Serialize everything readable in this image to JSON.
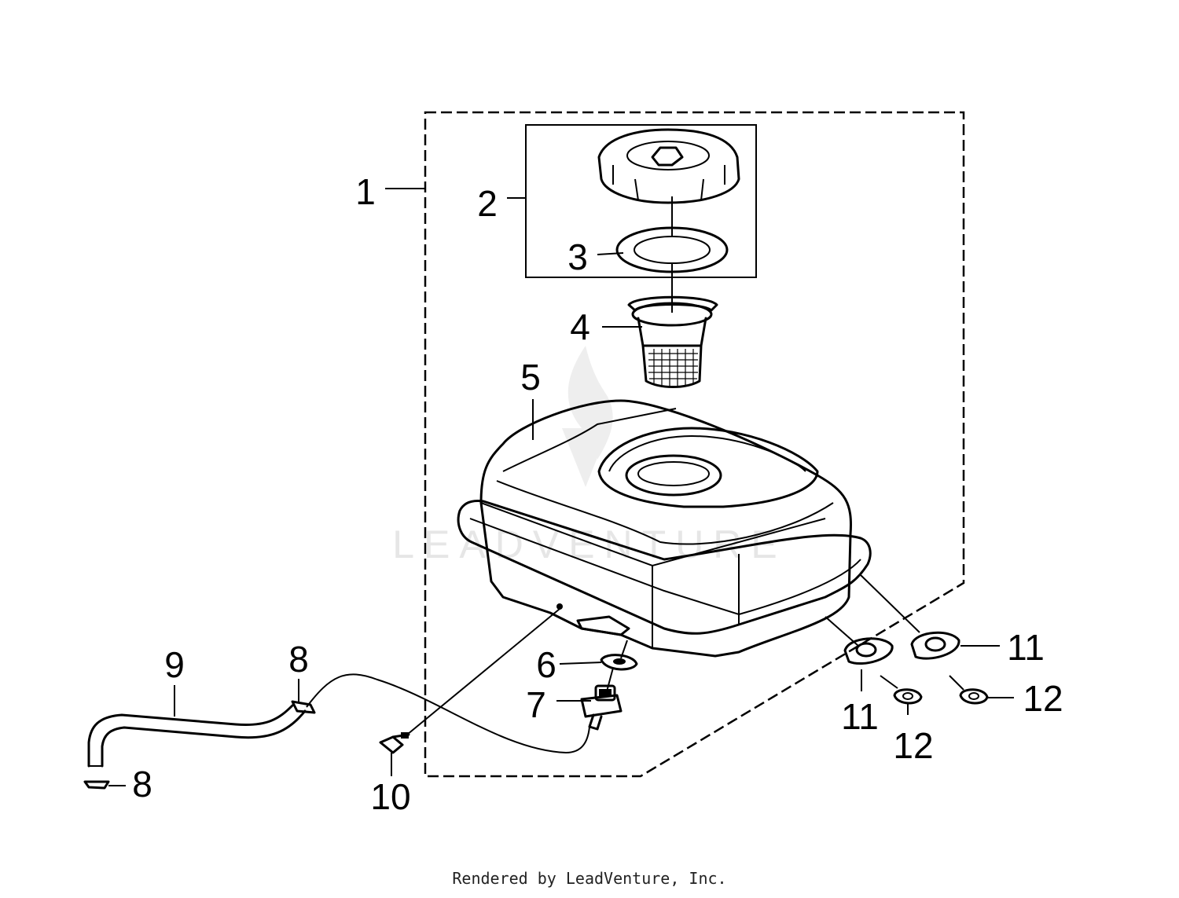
{
  "watermark": "LEADVENTURE",
  "footer": "Rendered by LeadVenture, Inc.",
  "callouts": {
    "c1": "1",
    "c2": "2",
    "c3": "3",
    "c4": "4",
    "c5": "5",
    "c6": "6",
    "c7": "7",
    "c8a": "8",
    "c8b": "8",
    "c9": "9",
    "c10": "10",
    "c11a": "11",
    "c11b": "11",
    "c12a": "12",
    "c12b": "12"
  }
}
